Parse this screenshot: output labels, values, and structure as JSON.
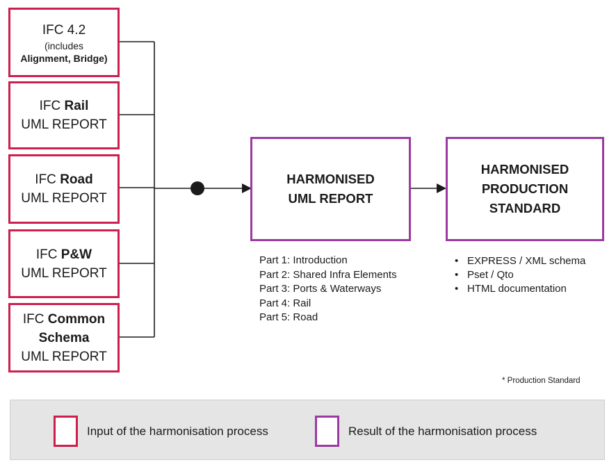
{
  "inputs": [
    {
      "line1": "IFC 4.2",
      "line2": "(includes",
      "line3": "Alignment, Bridge)"
    },
    {
      "prefix": "IFC ",
      "bold": "Rail",
      "sub": "UML REPORT"
    },
    {
      "prefix": "IFC ",
      "bold": "Road",
      "sub": "UML REPORT"
    },
    {
      "prefix": "IFC ",
      "bold": "P&W",
      "sub": "UML REPORT"
    },
    {
      "prefix": "IFC ",
      "bold": "Common",
      "bold2": "Schema",
      "sub": "UML REPORT"
    }
  ],
  "harmonised_report": {
    "line1": "HARMONISED",
    "line2": "UML REPORT",
    "parts": [
      "Part 1: Introduction",
      "Part 2: Shared Infra Elements",
      "Part 3: Ports & Waterways",
      "Part 4: Rail",
      "Part 5: Road"
    ]
  },
  "production_standard": {
    "line1": "HARMONISED",
    "line2": "PRODUCTION",
    "line3": "STANDARD",
    "bullets": [
      "EXPRESS  / XML schema",
      "Pset / Qto",
      "HTML documentation"
    ]
  },
  "footnote": "* Production Standard",
  "legend": {
    "input_label": "Input of the harmonisation process",
    "result_label": "Result of the harmonisation process"
  },
  "colors": {
    "input_border": "#cc1f4d",
    "result_border": "#9b3aa0",
    "legend_bg": "#e5e5e5",
    "connector": "#1a1a1a"
  }
}
